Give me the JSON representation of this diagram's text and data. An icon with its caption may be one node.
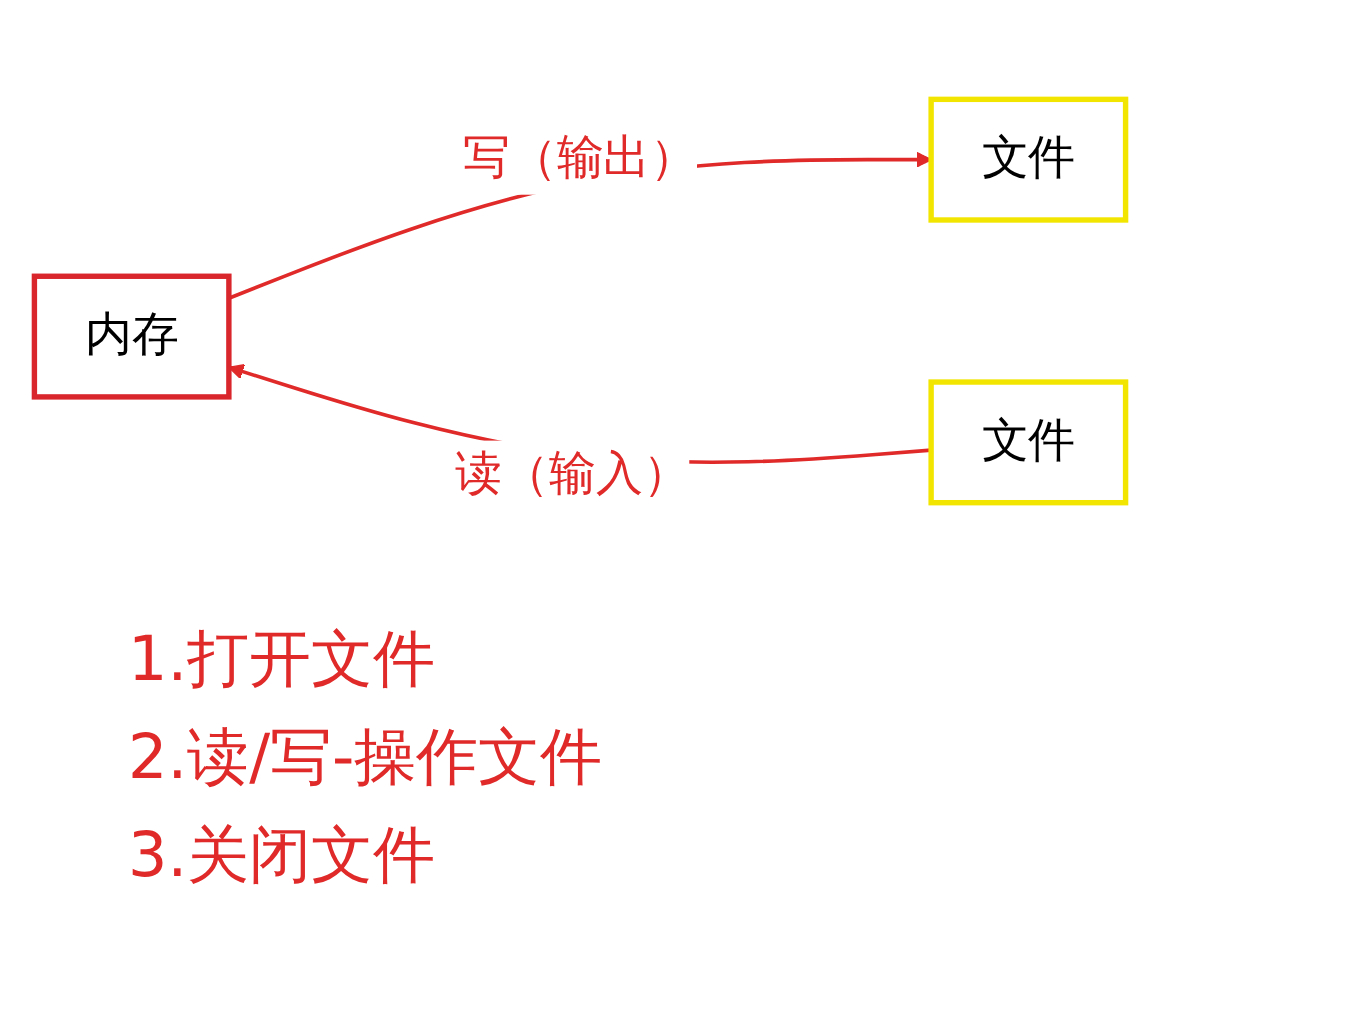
{
  "diagram": {
    "nodes": [
      {
        "text": [
          "内存"
        ]
      },
      {
        "text": [
          "文件"
        ]
      },
      {
        "text": [
          "文件"
        ]
      }
    ],
    "edges": [
      {
        "from": 0,
        "to": 1,
        "arrow": "to",
        "label": "写（输出）"
      },
      {
        "from": 2,
        "to": 0,
        "arrow": "to",
        "label": "读（输入）"
      }
    ],
    "labels": [
      "1.打开文件",
      "2.读/写-操作文件",
      "3.关闭文件"
    ]
  }
}
